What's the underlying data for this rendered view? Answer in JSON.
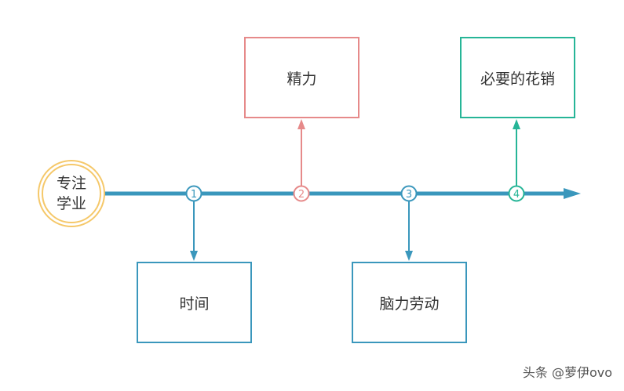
{
  "start_node": {
    "line1": "专注",
    "line2": "学业"
  },
  "steps": [
    {
      "number": "1",
      "label": "时间",
      "color": "#3a97bc",
      "direction": "down"
    },
    {
      "number": "2",
      "label": "精力",
      "color": "#e68a8a",
      "direction": "up"
    },
    {
      "number": "3",
      "label": "脑力劳动",
      "color": "#3a97bc",
      "direction": "down"
    },
    {
      "number": "4",
      "label": "必要的花销",
      "color": "#26b597",
      "direction": "up"
    }
  ],
  "colors": {
    "timeline": "#3a97bc",
    "start_ring": "#f5c86a"
  },
  "watermark": "头条 @萝伊ovo"
}
